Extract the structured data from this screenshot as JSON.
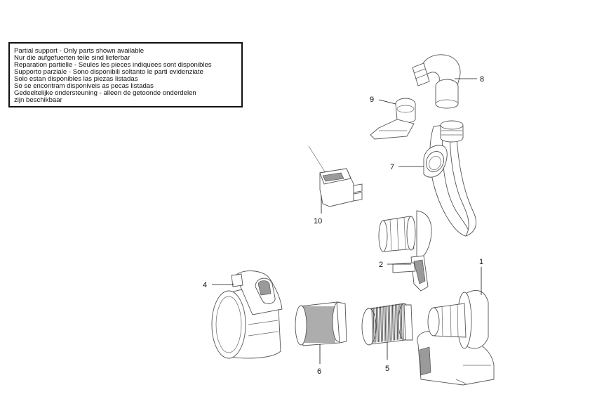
{
  "notice": {
    "lines": [
      "Partial support - Only parts shown available",
      "Nur die aufgefuerten teile sind lieferbar",
      "Reparation partielle - Seules les pieces indiquees sont disponibles",
      "Supporto parziale - Sono disponibili soltanto le parti evidenziate",
      "Solo estan disponibles las piezas listadas",
      "So se encontram disponiveis as pecas listadas",
      "Gedeeltelijke ondersteuning - alleen de getoonde onderdelen",
      "zijn beschikbaar"
    ]
  },
  "callouts": {
    "p1": "1",
    "p2": "2",
    "p4": "4",
    "p5": "5",
    "p6": "6",
    "p7": "7",
    "p8": "8",
    "p9": "9",
    "p10": "10"
  }
}
